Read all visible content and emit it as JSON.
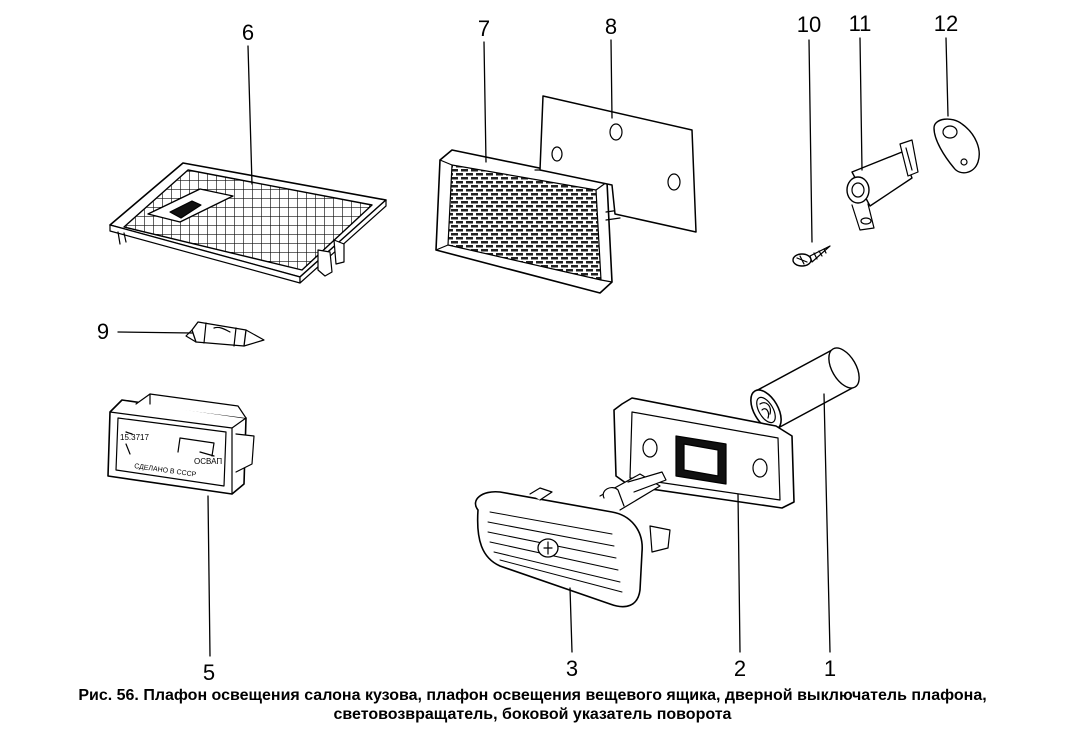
{
  "figure": {
    "caption_line1": "Рис. 56. Плафон освещения салона кузова, плафон освещения вещевого ящика, дверной выключатель плафона,",
    "caption_line2": "световозвращатель, боковой указатель поворота"
  },
  "parts": {
    "p1": "1",
    "p2": "2",
    "p3": "3",
    "p5": "5",
    "p6": "6",
    "p7": "7",
    "p8": "8",
    "p9": "9",
    "p10": "10",
    "p11": "11",
    "p12": "12"
  },
  "lamp_marking": {
    "line1": "15.3717",
    "line2": "ОСВАП",
    "line3": "СДЕЛАНО В СССР"
  }
}
